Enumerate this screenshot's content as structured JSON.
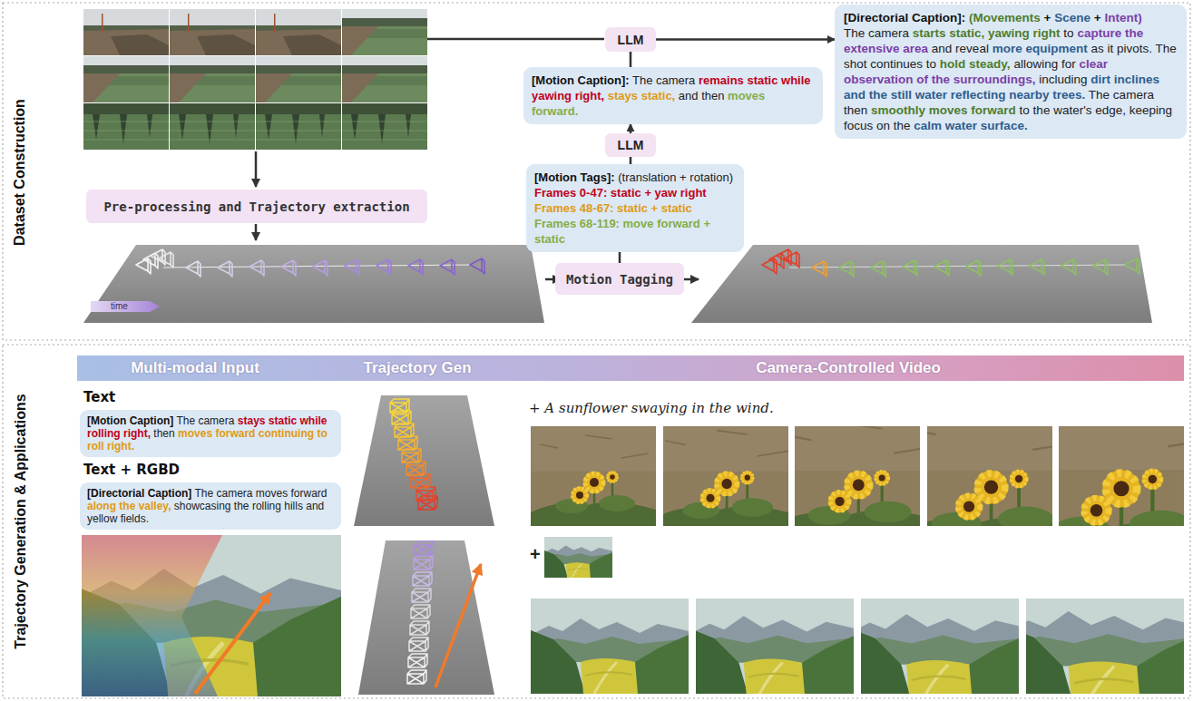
{
  "diagram": {
    "nodes": [
      {
        "text": [
          "LLM"
        ]
      },
      {
        "text": [
          "[Motion Caption]: The camera remains static while yawing right, stays static, and then moves forward."
        ]
      },
      {
        "text": [
          "LLM"
        ]
      },
      {
        "text": [
          "[Motion Tags]: (translation + rotation)",
          "Frames 0-47: static + yaw right",
          "Frames 48-67: static + static",
          "Frames 68-119: move forward + static"
        ]
      },
      {
        "text": [
          "[Directorial Caption]: (Movements + Scene + Intent)",
          "The camera starts static, yawing right to capture the extensive area and reveal more equipment as it pivots. The shot continues to hold steady, allowing for clear observation of the surroundings, including dirt inclines and the still water reflecting nearby trees. The camera then smoothly moves forward to the water's edge, keeping focus on the calm water surface."
        ]
      },
      {
        "text": [
          "Pre-processing and Trajectory extraction"
        ]
      },
      {
        "text": [
          "Motion Tagging"
        ]
      },
      {
        "text": [
          "Multi-modal Input",
          "Trajectory Gen",
          "Camera-Controlled Video"
        ]
      },
      {
        "text": [
          "Text",
          "[Motion Caption] The camera stays static while rolling right, then moves forward continuing to roll right."
        ]
      },
      {
        "text": [
          "Text + RGBD",
          "[Directorial Caption] The camera moves forward along the valley, showcasing the rolling hills and yellow fields."
        ]
      }
    ],
    "edges": [
      {
        "from": 0,
        "to": 4,
        "arrow": "to"
      },
      {
        "from": 1,
        "to": 0,
        "arrow": "none"
      },
      {
        "from": 2,
        "to": 1,
        "arrow": "to"
      },
      {
        "from": 3,
        "to": 2,
        "arrow": "none"
      },
      {
        "from": 6,
        "to": 3,
        "arrow": "none"
      }
    ],
    "labels": [
      "Dataset Construction",
      "time",
      "Trajectory Generation & Applications",
      "+ A sunflower swaying in the wind.",
      "+"
    ]
  }
}
